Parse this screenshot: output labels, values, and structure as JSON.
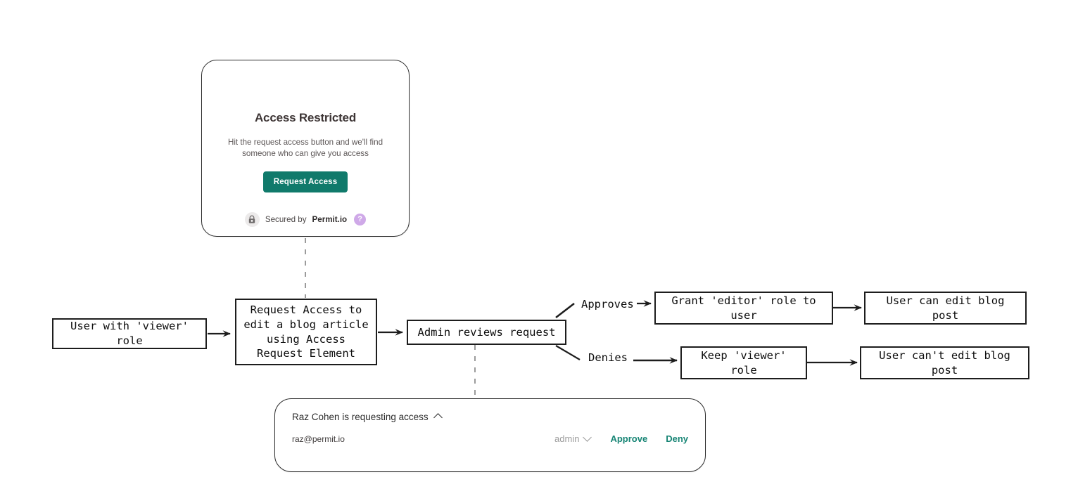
{
  "access_card": {
    "title": "Access Restricted",
    "subtitle": "Hit the request access button and we'll find someone who can give you access",
    "button_label": "Request Access",
    "secured_prefix": "Secured by",
    "brand": "Permit.io",
    "help_glyph": "?",
    "lock_icon": "lock-icon",
    "accent_color": "#107a6b",
    "help_badge_color": "#cfa9e8"
  },
  "approval_card": {
    "title": "Raz Cohen is requesting access",
    "collapse_icon": "chevron-up-icon",
    "email": "raz@permit.io",
    "role_value": "admin",
    "role_icon": "chevron-down-icon",
    "approve_label": "Approve",
    "deny_label": "Deny",
    "link_color": "#178575"
  },
  "flow": {
    "nodes": [
      {
        "id": "viewer-user",
        "text": "User with 'viewer'\nrole"
      },
      {
        "id": "request-access",
        "text": "Request Access to\nedit a blog article\nusing Access\nRequest Element"
      },
      {
        "id": "admin-review",
        "text": "Admin reviews request"
      },
      {
        "id": "grant-editor",
        "text": "Grant 'editor' role to\nuser"
      },
      {
        "id": "can-edit",
        "text": "User can edit blog\npost"
      },
      {
        "id": "keep-viewer",
        "text": "Keep 'viewer'\nrole"
      },
      {
        "id": "cannot-edit",
        "text": "User can't edit blog\npost"
      }
    ],
    "edge_labels": [
      {
        "id": "approves",
        "text": "Approves"
      },
      {
        "id": "denies",
        "text": "Denies"
      }
    ],
    "line_color": "#1d1d1d",
    "dashed_color": "#9b9b9b"
  }
}
